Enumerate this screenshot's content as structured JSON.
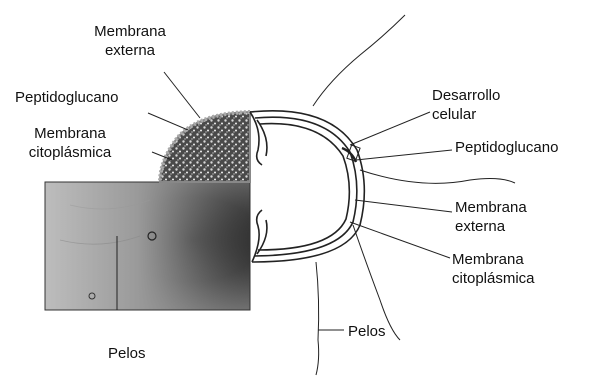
{
  "labels": {
    "membrana_externa_left": [
      "Membrana",
      "externa"
    ],
    "peptidoglucano_left": "Peptidoglucano",
    "membrana_citoplasmica_left": [
      "Membrana",
      "citoplásmica"
    ],
    "pelos_bottom_left": "Pelos",
    "desarrollo_celular": [
      "Desarrollo",
      "celular"
    ],
    "peptidoglucano_right": "Peptidoglucano",
    "membrana_externa_right": [
      "Membrana",
      "externa"
    ],
    "membrana_citoplasmica_right": [
      "Membrana",
      "citoplásmica"
    ],
    "pelos_bottom_center": "Pelos"
  }
}
